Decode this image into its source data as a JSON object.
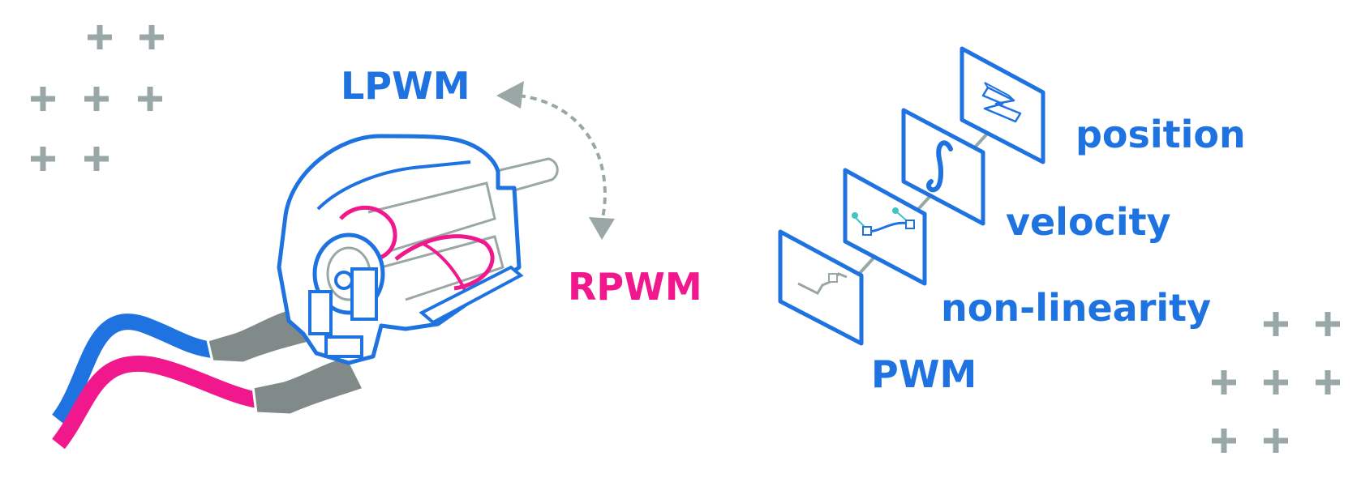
{
  "labels": {
    "lpwm": "LPWM",
    "rpwm": "RPWM",
    "pwm": "PWM",
    "non_linearity": "non-linearity",
    "velocity": "velocity",
    "position": "position"
  },
  "colors": {
    "blue": "#1e73e0",
    "magenta": "#f0188c",
    "gray": "#99a7a6",
    "dark_gray": "#7f8a89",
    "teal": "#40c4c4"
  },
  "icons": {
    "plus_group_left": "plus-sign-decoration",
    "plus_group_right": "plus-sign-decoration",
    "rotation_arrow": "curved-double-arrow",
    "integral_symbol": "∫"
  }
}
